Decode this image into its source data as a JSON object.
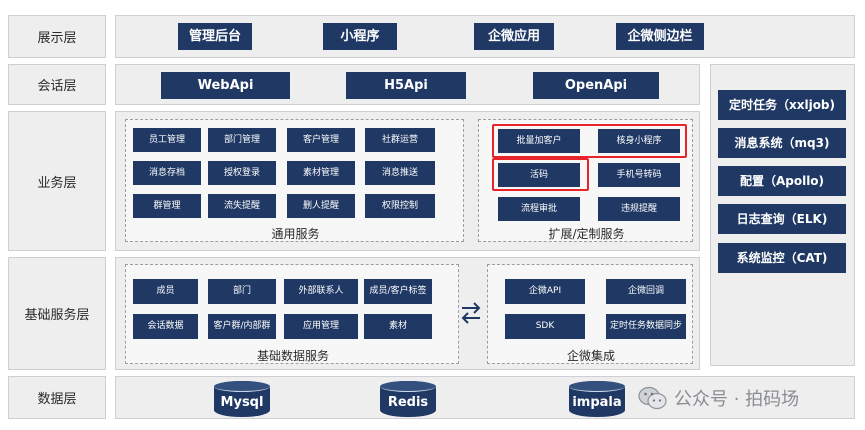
{
  "layers": {
    "presentation": {
      "label": "展示层",
      "items": [
        "管理后台",
        "小程序",
        "企微应用",
        "企微侧边栏"
      ]
    },
    "session": {
      "label": "会话层",
      "items": [
        "WebApi",
        "H5Api",
        "OpenApi"
      ]
    },
    "business": {
      "label": "业务层",
      "common": {
        "label": "通用服务",
        "items": [
          "员工管理",
          "部门管理",
          "客户管理",
          "社群运营",
          "消息存档",
          "授权登录",
          "素材管理",
          "消息推送",
          "群管理",
          "流失提醒",
          "删人提醒",
          "权限控制"
        ]
      },
      "custom": {
        "label": "扩展/定制服务",
        "items": [
          "批量加客户",
          "核身小程序",
          "活码",
          "手机号转码",
          "流程审批",
          "违规提醒"
        ]
      }
    },
    "base": {
      "label": "基础服务层",
      "data": {
        "label": "基础数据服务",
        "items": [
          "成员",
          "部门",
          "外部联系人",
          "成员/客户标签",
          "会话数据",
          "客户群/内部群",
          "应用管理",
          "素材"
        ]
      },
      "wecom": {
        "label": "企微集成",
        "items": [
          "企微API",
          "企微回调",
          "SDK",
          "定时任务数据同步"
        ]
      },
      "exchange_icon": "exchange-arrows-icon"
    },
    "data": {
      "label": "数据层",
      "items": [
        "Mysql",
        "Redis",
        "impala"
      ]
    }
  },
  "side_services": [
    "定时任务（xxljob)",
    "消息系统（mq3)",
    "配置（Apollo)",
    "日志查询（ELK)",
    "系统监控（CAT)"
  ],
  "watermark": {
    "text": "公众号 · 拍码场",
    "icon": "wechat-icon"
  },
  "colors": {
    "box": "#1f3864",
    "highlight": "#e8232a",
    "panel": "#eeeeef"
  }
}
